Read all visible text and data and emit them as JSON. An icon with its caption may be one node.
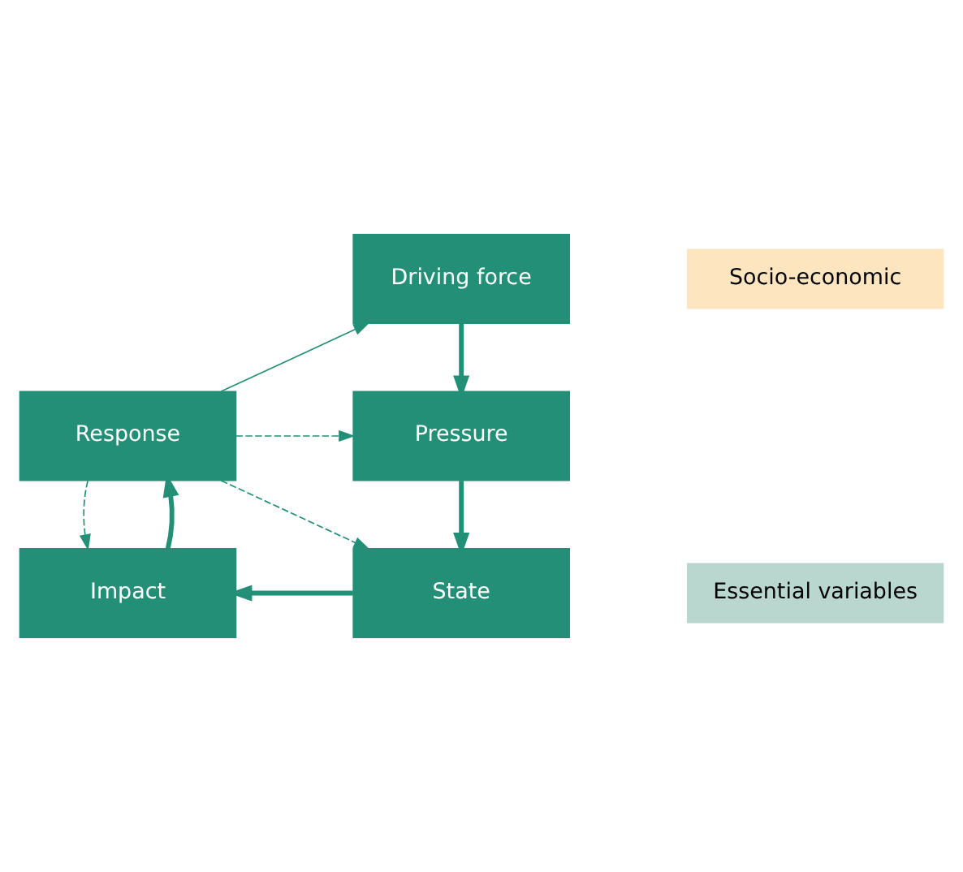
{
  "diagram": {
    "nodes": [
      {
        "text": [
          "Driving force"
        ]
      },
      {
        "text": [
          "Socio-economic"
        ]
      },
      {
        "text": [
          "Response"
        ]
      },
      {
        "text": [
          "Pressure"
        ]
      },
      {
        "text": [
          "Impact"
        ]
      },
      {
        "text": [
          "State"
        ]
      },
      {
        "text": [
          "Essential variables"
        ]
      }
    ],
    "edges": [
      {
        "from": 2,
        "to": 0,
        "arrow": "to"
      },
      {
        "from": 0,
        "to": 3,
        "arrow": "to",
        "style": "thick"
      },
      {
        "from": 3,
        "to": 5,
        "arrow": "to",
        "style": "thick"
      },
      {
        "from": 5,
        "to": 4,
        "arrow": "to",
        "style": "thick"
      },
      {
        "from": 4,
        "to": 2,
        "arrow": "to",
        "style": "thick"
      },
      {
        "from": 2,
        "to": 3,
        "arrow": "to",
        "style": "dashed"
      },
      {
        "from": 2,
        "to": 5,
        "arrow": "to",
        "style": "dashed"
      },
      {
        "from": 2,
        "to": 4,
        "arrow": "to",
        "style": "dashed"
      }
    ]
  }
}
